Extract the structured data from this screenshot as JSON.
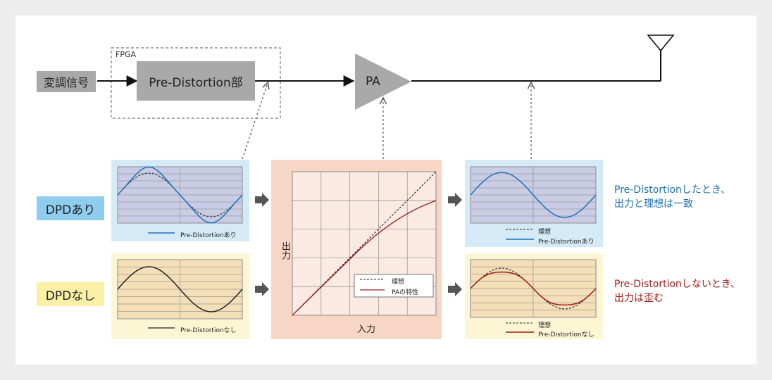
{
  "blocks": {
    "input_signal": "変調信号",
    "fpga": "FPGA",
    "predistortion": "Pre-Distortion部",
    "pa": "PA"
  },
  "rows": {
    "with_dpd": "DPDあり",
    "without_dpd": "DPDなし"
  },
  "pa_chart": {
    "y_label": "出力",
    "x_label": "入力",
    "legend": [
      "理想",
      "PAの特性"
    ]
  },
  "legends": {
    "with_input": "Pre-Distortionあり",
    "without_input": "Pre-Distortionなし",
    "ideal": "理想",
    "with_output": "Pre-Distortionあり",
    "without_output": "Pre-Distortionなし"
  },
  "notes": {
    "with_line1": "Pre-Distortionしたとき、",
    "with_line2": "出力と理想は一致",
    "without_line1": "Pre-Distortionしないとき、",
    "without_line2": "出力は歪む"
  },
  "colors": {
    "blue_panel": "#d5eaf7",
    "yellow_panel": "#fdf6d5",
    "pink_panel": "#f8d6c6",
    "blue_tag": "#8fcdee",
    "yellow_tag": "#fbf0a6",
    "blue_curve": "#1e73be",
    "red_curve": "#a01c1c",
    "note_blue": "#1e6fae",
    "note_red": "#a01c1c"
  }
}
